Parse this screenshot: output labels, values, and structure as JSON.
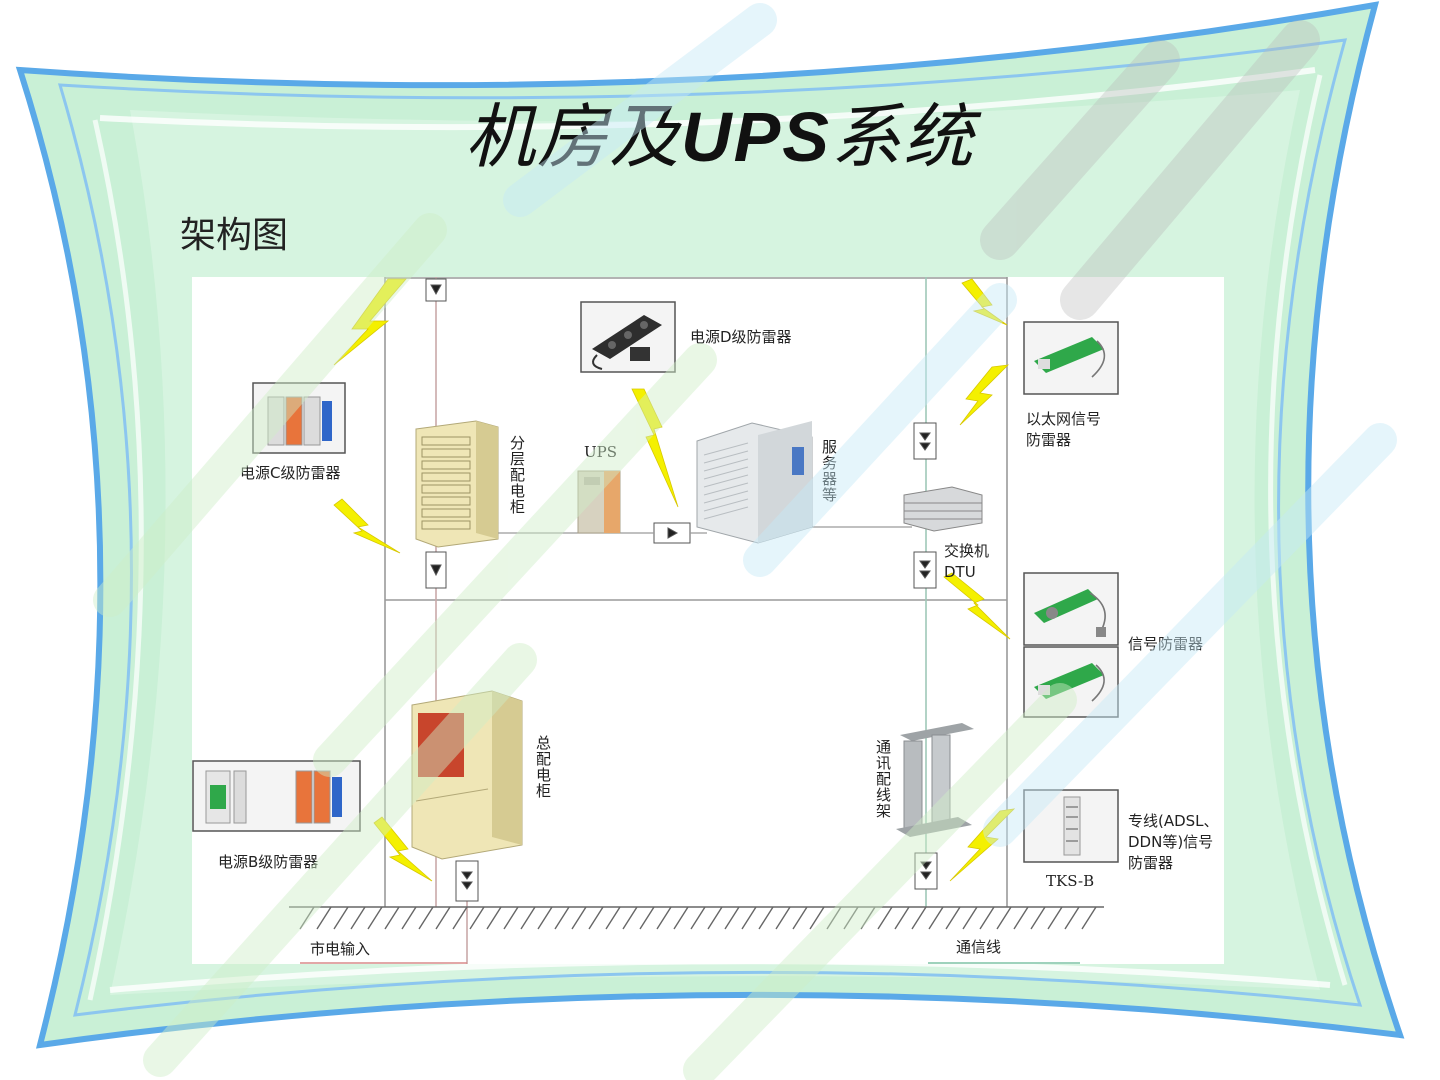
{
  "slide": {
    "title_prefix": "机房及",
    "title_latin": "UPS",
    "title_suffix": "系统",
    "subtitle": "架构图"
  },
  "diagram": {
    "labels": {
      "power_d_spd": "电源D级防雷器",
      "power_c_spd": "电源C级防雷器",
      "power_b_spd": "电源B级防雷器",
      "floor_cabinet": "分层配电柜",
      "ups": "UPS",
      "servers": "服务器等",
      "switch_dtu": "交换机\nDTU",
      "main_cabinet": "总配电柜",
      "comm_frame": "通讯配线架",
      "ethernet_spd": "以太网信号\n防雷器",
      "signal_spd": "信号防雷器",
      "leased_line_spd": "专线(ADSL、\nDDN等)信号\n防雷器",
      "tks_b": "TKS-B",
      "mains_input": "市电输入",
      "comm_line": "通信线"
    }
  },
  "colors": {
    "frame_blue": "#5aa9e8",
    "frame_green": "#c9f0d6",
    "bolt_yellow": "#f4f000",
    "module_green": "#2fa84a",
    "module_orange": "#e8743b",
    "cabinet_cream": "#efe6b6",
    "cabinet_panel_red": "#c8452c",
    "server_grey": "#d7dadc",
    "watermark_green": "#cfeec7",
    "watermark_blue": "#c6e9f7",
    "watermark_grey": "#b8b8b8"
  }
}
